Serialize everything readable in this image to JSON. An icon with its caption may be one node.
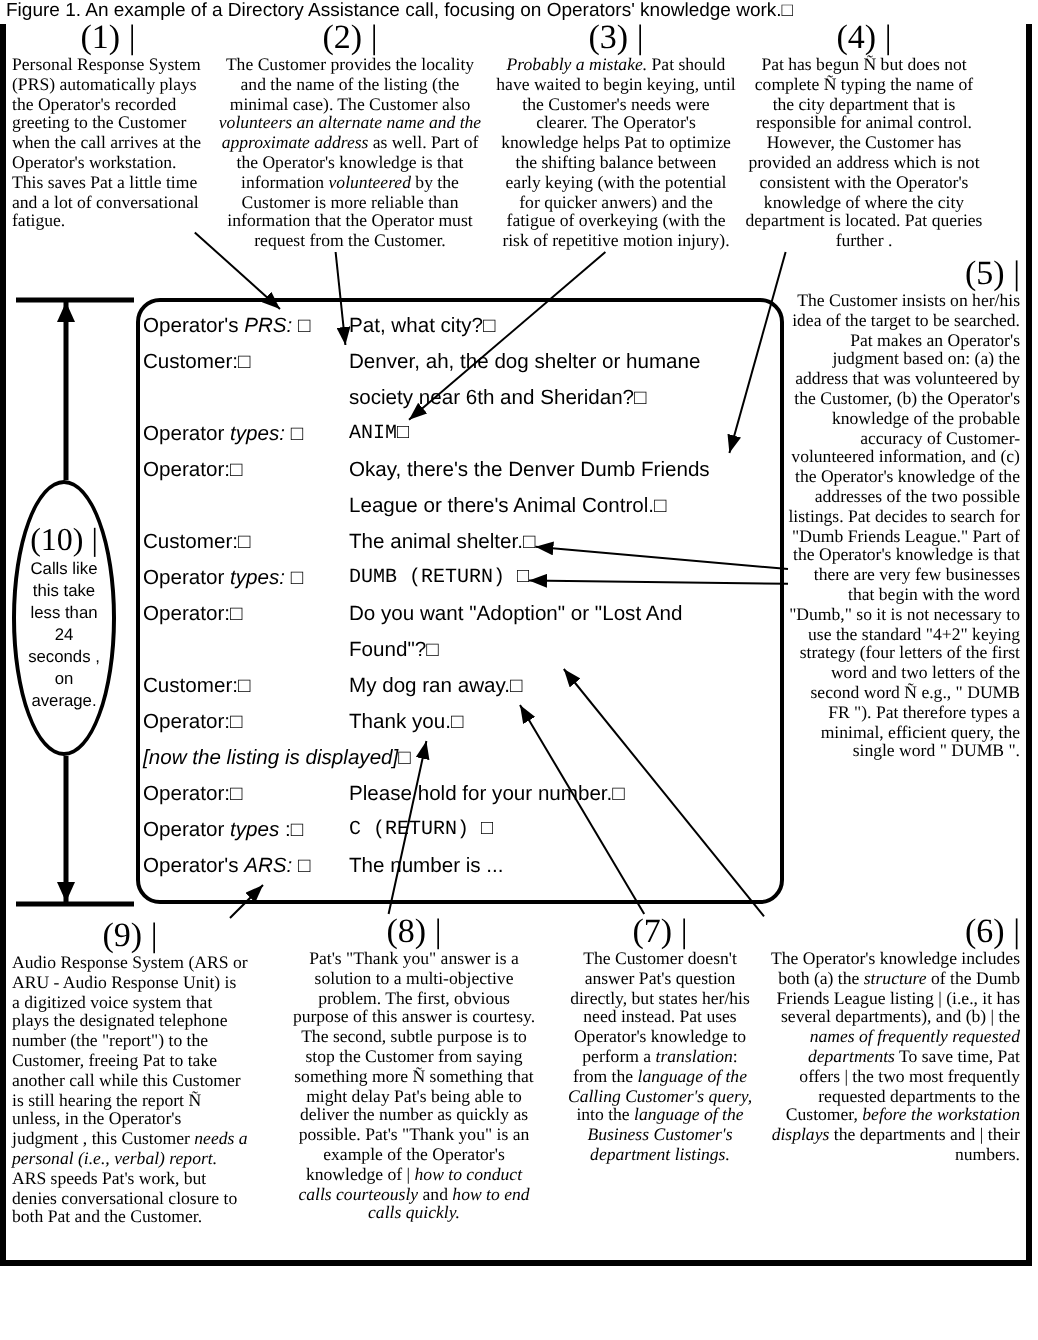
{
  "diagram": {
    "title": "Figure 1. An example of a Directory Assistance call, focusing on Operators' knowledge work.□",
    "nodes": [
      {
        "text": [
          "(1) |",
          "Personal Response System (PRS) automatically plays the Operator's recorded greeting to the Customer when the call arrives at the Operator's workstation. This saves Pat a little time and a lot of conversational fatigue."
        ]
      },
      {
        "text": [
          "(2) |",
          "The Customer provides the locality and the name of the listing (the minimal case). The Customer also *volunteers an alternate name and the approximate address* as well. Part of the Operator's knowledge is that information *volunteered* by the Customer is more reliable than information that the Operator must request from the Customer."
        ]
      },
      {
        "text": [
          "(3) |",
          "*Probably a mistake.* Pat should have waited to begin keying, until the Customer's needs were clearer. The Operator's knowledge helps Pat to optimize the shifting balance between early keying (with the potential for quicker anwers) and the fatigue of overkeying (with the risk of repetitive motion injury)."
        ]
      },
      {
        "text": [
          "(4) |",
          "Pat has begun Ñ but does not complete Ñ typing the name of the city department that is responsible for animal control. However, the Customer has provided an address which is not consistent with the Operator's knowledge of where the city department is located. Pat queries further ."
        ]
      },
      {
        "text": [
          "(5) |",
          "The Customer insists on her/his idea of the target to be searched. Pat makes an Operator's judgment based on: (a) the address that was volunteered by the Customer, (b) the Operator's knowledge of the probable accuracy of Customer-volunteered information, and (c) the Operator's knowledge of the addresses of the two possible listings. Pat decides to search for \"Dumb Friends League.\" Part of the Operator's knowledge is that there are very few businesses that begin with the word \"Dumb,\" so it is not necessary to use the standard \"4+2\" keying strategy (four letters of the first word and two letters of the second word Ñ e.g., \" DUMB FR \"). Pat therefore types a minimal, efficient query, the single word \" DUMB \"."
        ]
      },
      {
        "text": [
          "(10) |",
          "Calls like this take less than 24 seconds , on average."
        ]
      },
      {
        "text": [],
        "shape": "box"
      },
      {
        "text": [
          "Operator's *PRS:* □",
          "Pat, what city?□"
        ],
        "in": 6
      },
      {
        "text": [
          "Customer:□",
          "Denver, ah, the dog shelter or humane society near 6th and Sheridan?□"
        ],
        "in": 6
      },
      {
        "text": [
          "Operator *types:* □",
          "ANIM□"
        ],
        "in": 6
      },
      {
        "text": [
          "Operator:□",
          "Okay, there's the Denver Dumb Friends League or there's Animal Control.□"
        ],
        "in": 6
      },
      {
        "text": [
          "Customer:□",
          "The animal shelter.□"
        ],
        "in": 6
      },
      {
        "text": [
          "Operator *types:* □",
          "DUMB (RETURN) □"
        ],
        "in": 6
      },
      {
        "text": [
          "Operator:□",
          "Do you want \"Adoption\" or \"Lost And Found\"?□"
        ],
        "in": 6
      },
      {
        "text": [
          "Customer:□",
          "My dog ran away.□"
        ],
        "in": 6
      },
      {
        "text": [
          "Operator:□",
          "Thank you.□"
        ],
        "in": 6
      },
      {
        "text": [
          "[now the listing is displayed]□"
        ],
        "in": 6
      },
      {
        "text": [
          "Operator:□",
          "Please hold for your number.□"
        ],
        "in": 6
      },
      {
        "text": [
          "Operator *types* :□",
          "C (RETURN) □"
        ],
        "in": 6
      },
      {
        "text": [
          "Operator's *ARS:* □",
          "The number is ..."
        ],
        "in": 6
      },
      {
        "text": [
          "(9) |",
          "Audio Response System (ARS or ARU - Audio Response Unit) is a digitized voice system that plays the designated telephone number (the \"report\") to the Customer, freeing Pat to take another call while this Customer is still hearing the report Ñ unless, in the Operator's judgment , this Customer *needs a personal (i.e., verbal) report.* ARS speeds Pat's work, but denies conversational closure to both Pat and the Customer."
        ]
      },
      {
        "text": [
          "(8) |",
          "Pat's \"Thank you\" answer is a solution to a multi-objective problem. The first, obvious purpose of this answer is courtesy. The second, subtle purpose is to stop the Customer from saying something more Ñ something that might delay Pat's being able to deliver the number as quickly as possible. Pat's \"Thank you\" is an example of the Operator's knowledge of | *how to conduct calls courteously* and *how to end calls quickly.*"
        ]
      },
      {
        "text": [
          "(7) |",
          "The Customer doesn't answer Pat's question directly, but states her/his need instead. Pat uses Operator's knowledge to perform a *translation*: from the *language of the Calling Customer's query,* into the *language of the Business Customer's department listings.*"
        ]
      },
      {
        "text": [
          "(6) |",
          "The Operator's knowledge includes both (a) the *structure* of the Dumb Friends League listing | (i.e., it has several departments), and (b) | the *names of frequently requested departments* To save time, Pat offers | the two most frequently requested departments to the Customer, *before the workstation displays* the departments and | their numbers."
        ]
      }
    ],
    "edges": [
      {
        "from": 0,
        "to": 7,
        "arrow": "to"
      },
      {
        "from": 1,
        "to": 8,
        "arrow": "to"
      },
      {
        "from": 2,
        "to": 9,
        "arrow": "to"
      },
      {
        "from": 3,
        "to": 10,
        "arrow": "to"
      },
      {
        "from": 4,
        "to": 11,
        "arrow": "to"
      },
      {
        "from": 4,
        "to": 12,
        "arrow": "to"
      },
      {
        "from": 23,
        "to": 13,
        "arrow": "to"
      },
      {
        "from": 22,
        "to": 14,
        "arrow": "to"
      },
      {
        "from": 21,
        "to": 15,
        "arrow": "to"
      },
      {
        "from": 20,
        "to": 19,
        "arrow": "to"
      }
    ]
  }
}
